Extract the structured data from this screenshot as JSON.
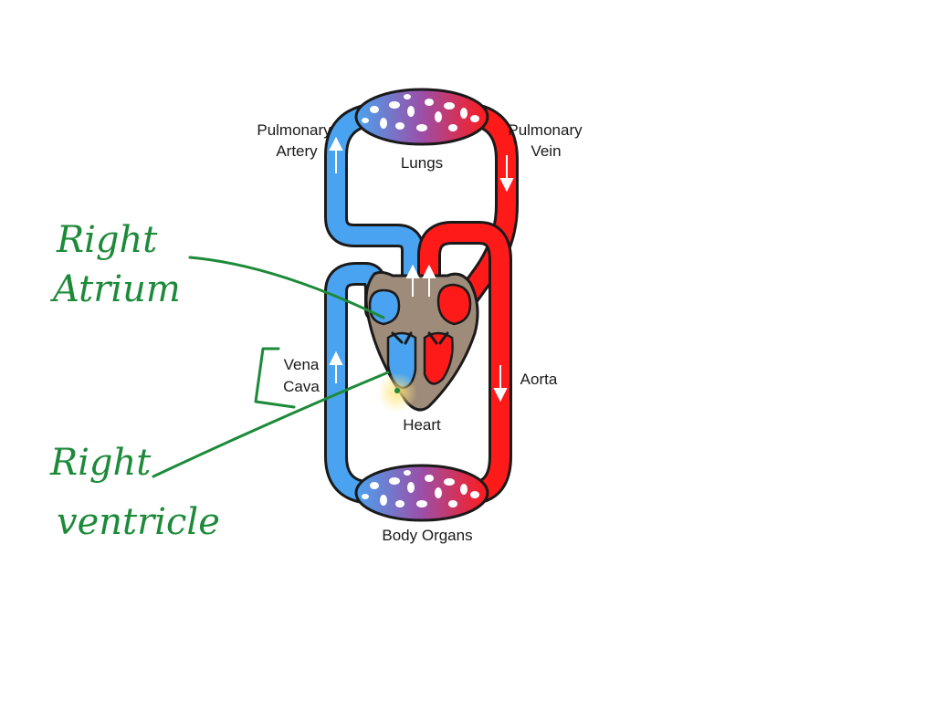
{
  "labels": {
    "pulmonary_artery": [
      "Pulmonary",
      "Artery"
    ],
    "pulmonary_vein": [
      "Pulmonary",
      "Vein"
    ],
    "lungs": "Lungs",
    "vena_cava": [
      "Vena",
      "Cava"
    ],
    "aorta": "Aorta",
    "heart": "Heart",
    "body_organs": "Body Organs"
  },
  "annotations": {
    "right_atrium": [
      "Right",
      "Atrium"
    ],
    "right_ventricle": [
      "Right",
      "ventricle"
    ]
  },
  "colors": {
    "deoxygenated": "#4aa3f0",
    "oxygenated": "#ff1a1a",
    "outline": "#1a1a1a",
    "heart_body": "#9e8b7a",
    "annotation_ink": "#1d8a3a"
  },
  "icons": [
    "flow-arrow-icon",
    "lungs-capillary-icon",
    "body-capillary-icon",
    "heart-icon"
  ]
}
